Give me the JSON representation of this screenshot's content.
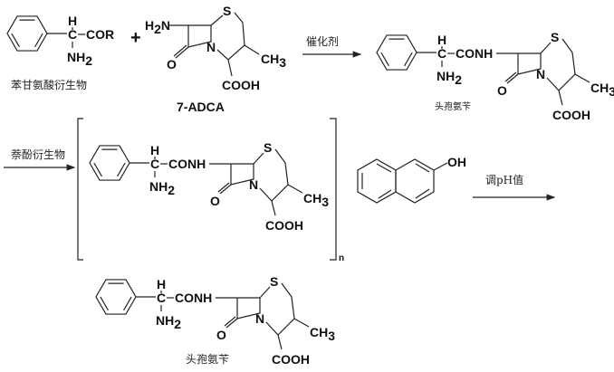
{
  "reactant1": {
    "name": "苯甘氨酸衍生物",
    "H": "H",
    "C": "C",
    "group": "COR",
    "amine": "NH",
    "amine_sub": "2"
  },
  "plus": "+",
  "reactant2": {
    "name": "7-ADCA",
    "amine": "H",
    "amine_sub": "2",
    "amine_n": "N",
    "S": "S",
    "N": "N",
    "O": "O",
    "methyl": "CH",
    "methyl_sub": "3",
    "acid": "COOH"
  },
  "step1": {
    "label": "催化剂"
  },
  "product1": {
    "name": "头孢氨苄",
    "H": "H",
    "C": "C",
    "amide": "CONH",
    "amine": "NH",
    "amine_sub": "2",
    "S": "S",
    "N": "N",
    "O": "O",
    "methyl": "CH",
    "methyl_sub": "3",
    "acid": "COOH"
  },
  "step2": {
    "label": "萘酚衍生物"
  },
  "complex": {
    "H": "H",
    "C": "C",
    "amide": "CONH",
    "amine": "NH",
    "amine_sub": "2",
    "S": "S",
    "N": "N",
    "O": "O",
    "methyl": "CH",
    "methyl_sub": "3",
    "acid": "COOH",
    "subscript": "n"
  },
  "naphthol": {
    "hydroxyl": "OH"
  },
  "step3": {
    "label": "调pH值"
  },
  "product2": {
    "name": "头孢氨苄",
    "H": "H",
    "C": "C",
    "amide": "CONH",
    "amine": "NH",
    "amine_sub": "2",
    "S": "S",
    "N": "N",
    "O": "O",
    "methyl": "CH",
    "methyl_sub": "3",
    "acid": "COOH"
  }
}
